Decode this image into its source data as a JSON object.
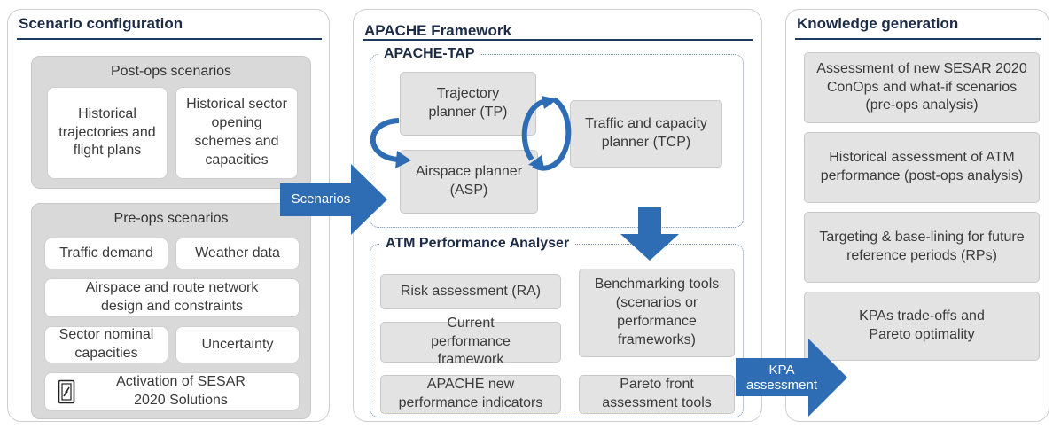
{
  "colors": {
    "arrow_blue": "#2e6db4",
    "title_rule": "#1f3b63",
    "box_grey": "#e3e3e3"
  },
  "scenario_config": {
    "title": "Scenario configuration",
    "post_ops": {
      "title": "Post-ops scenarios",
      "items": [
        "Historical trajectories and flight plans",
        "Historical sector opening schemes and capacities"
      ]
    },
    "pre_ops": {
      "title": "Pre-ops scenarios",
      "traffic_demand": "Traffic demand",
      "weather_data": "Weather data",
      "airspace": "Airspace and route network design and constraints",
      "sector_capacities": "Sector nominal capacities",
      "uncertainty": "Uncertainty",
      "activation": "Activation of SESAR 2020 Solutions",
      "activation_icon": "switch-icon"
    }
  },
  "framework": {
    "title": "APACHE Framework",
    "tap": {
      "title": "APACHE-TAP",
      "tp": "Trajectory planner (TP)",
      "asp": "Airspace planner (ASP)",
      "tcp": "Traffic and capacity planner (TCP)"
    },
    "analyser": {
      "title": "ATM Performance Analyser",
      "risk": "Risk assessment (RA)",
      "current": "Current performance framework",
      "indicators": "APACHE new performance indicators",
      "benchmarking": "Benchmarking tools (scenarios or performance frameworks)",
      "pareto": "Pareto front assessment tools"
    }
  },
  "arrows": {
    "scenarios": "Scenarios",
    "kpa": "KPA assessment"
  },
  "knowledge": {
    "title": "Knowledge generation",
    "items": [
      "Assessment of new SESAR 2020 ConOps and what-if scenarios (pre-ops analysis)",
      "Historical assessment of ATM performance (post-ops analysis)",
      "Targeting & base-lining for future reference periods (RPs)",
      "KPAs trade-offs and Pareto optimality"
    ]
  }
}
